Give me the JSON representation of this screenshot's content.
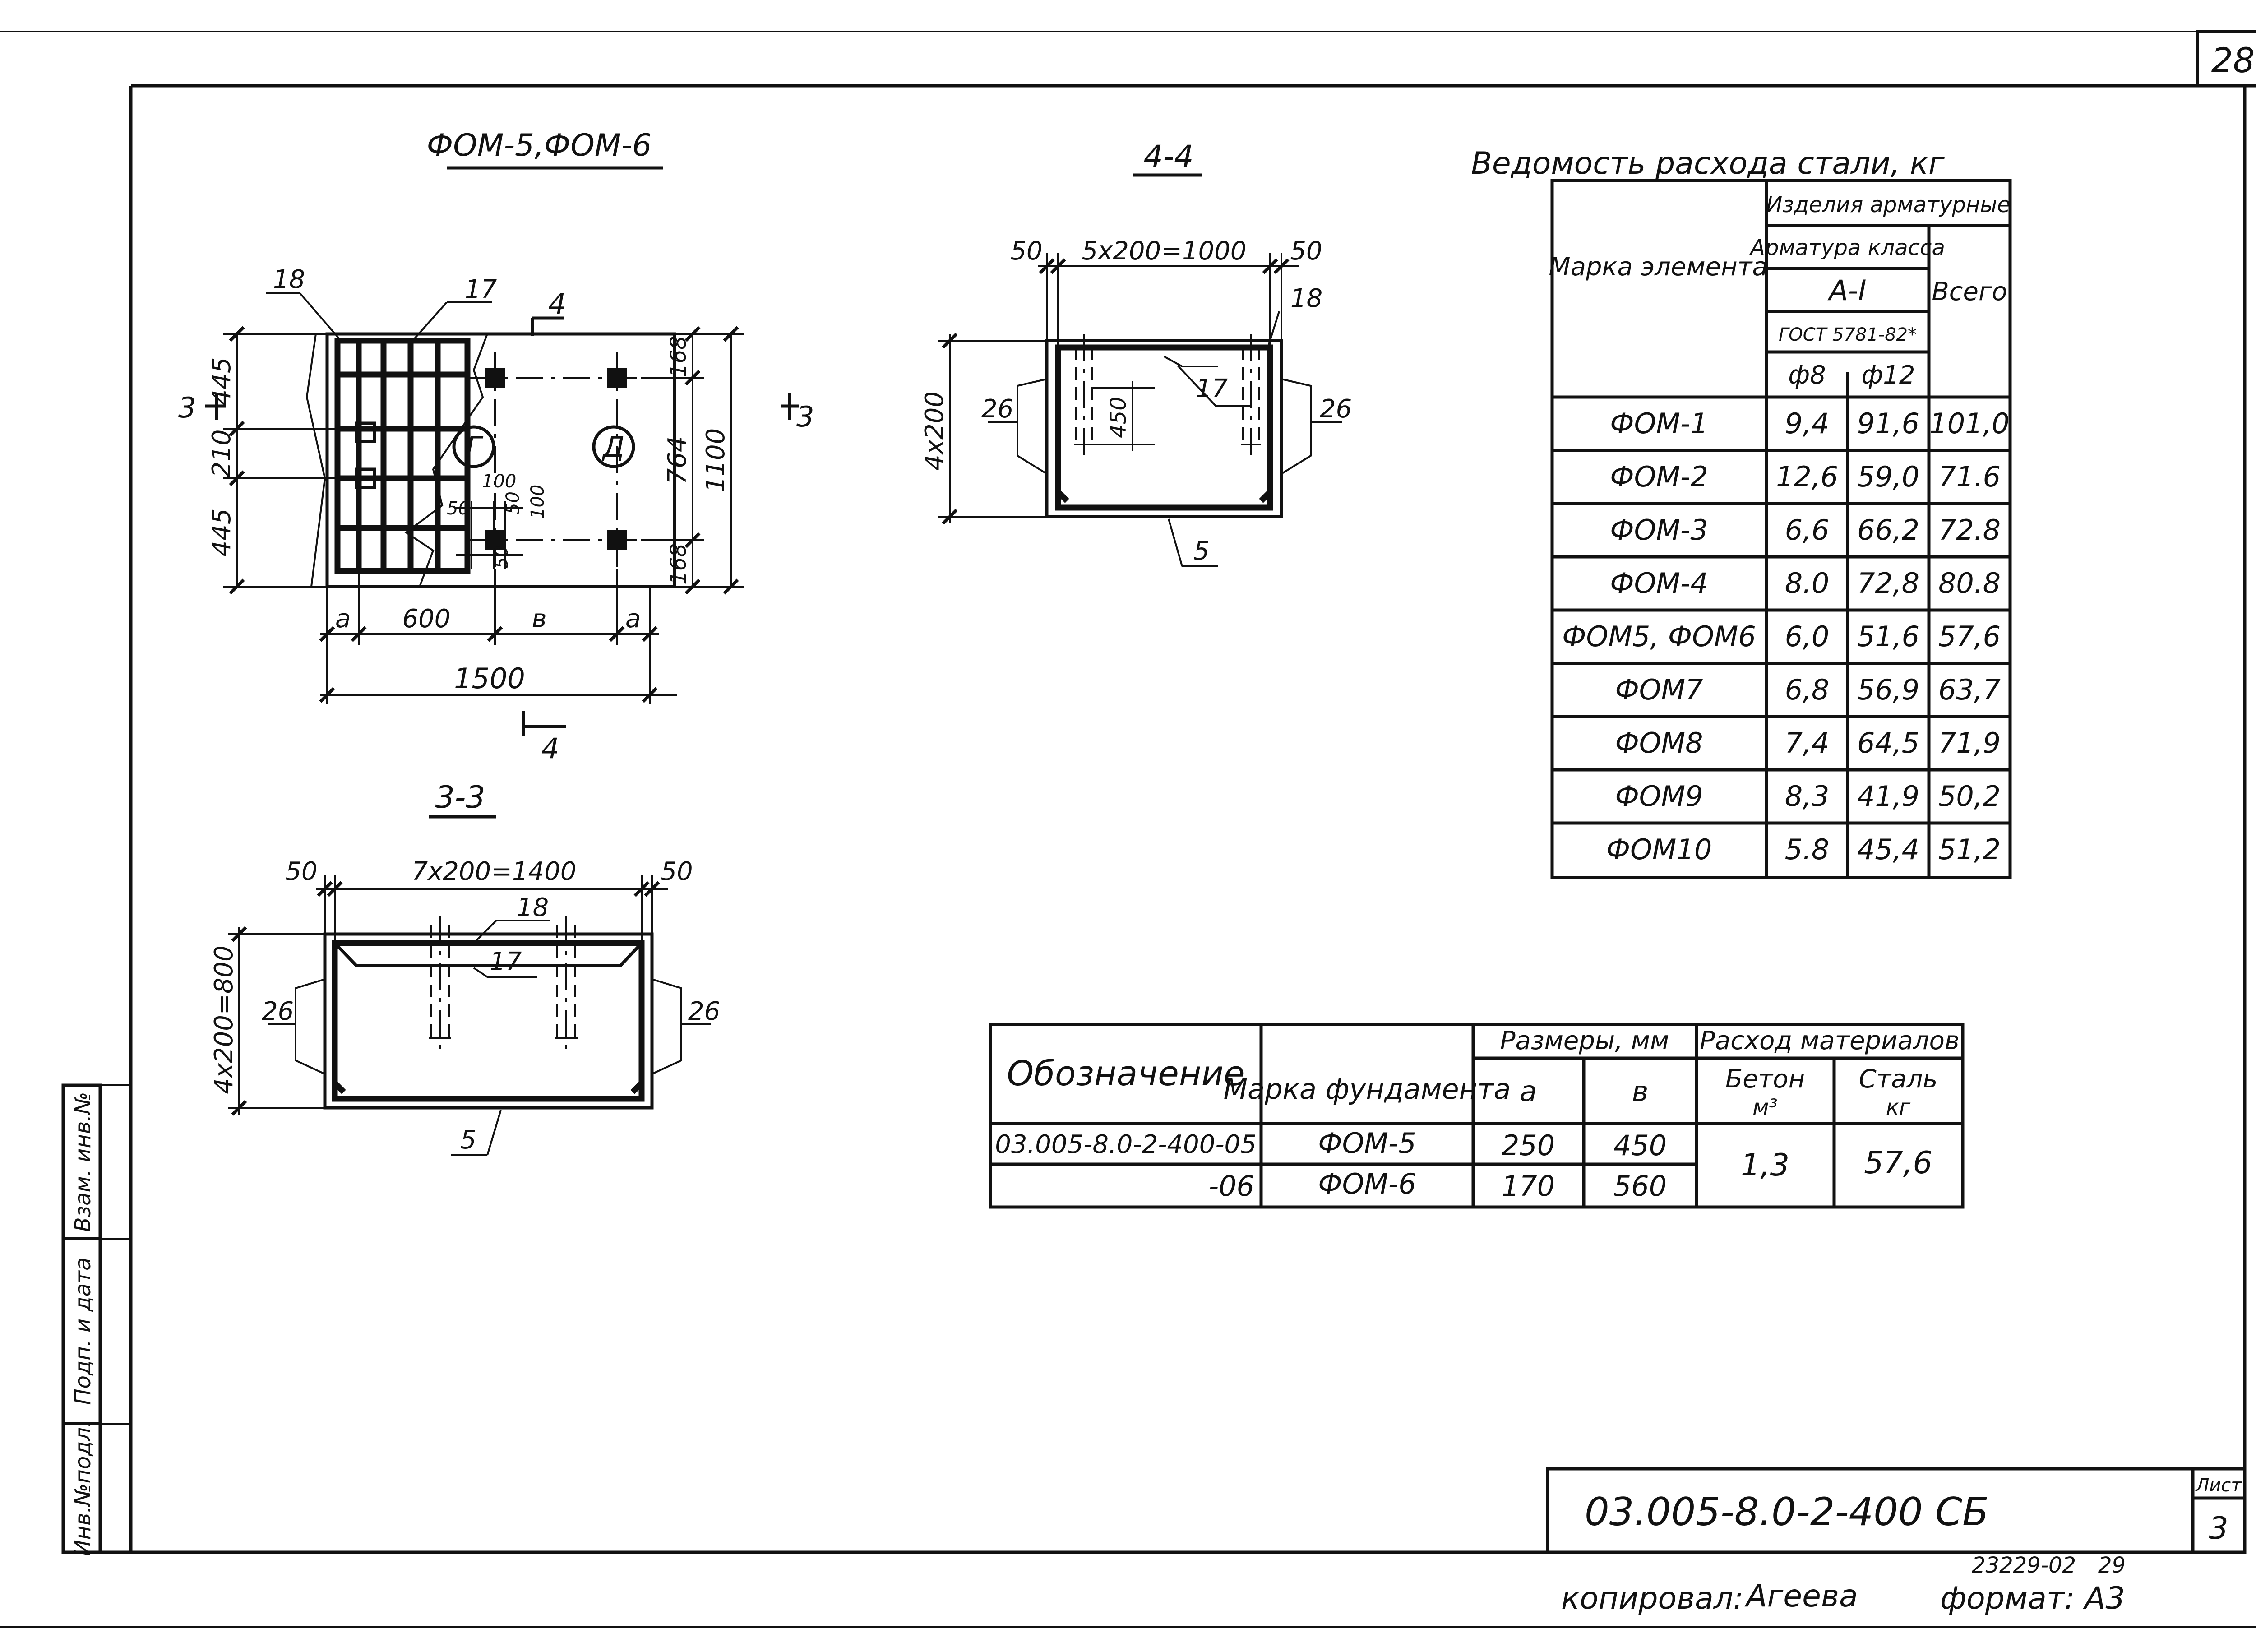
{
  "sheet_corner_number": "28",
  "main_view": {
    "title": "ФОМ-5,ФОМ-6",
    "callouts": {
      "c18": "18",
      "c17": "17",
      "cut4_top": "4",
      "cut4_bottom": "4",
      "cut3_left": "3",
      "cut3_right": "3"
    },
    "dims_left": [
      "445",
      "210",
      "445"
    ],
    "dims_right_inner": [
      "168",
      "764",
      "168"
    ],
    "dim_right_total": "1100",
    "dims_bottom": [
      "a",
      "600",
      "в",
      "a"
    ],
    "dim_bottom_total": "1500",
    "bolt_dims": [
      "100",
      "50",
      "50",
      "50",
      "100"
    ],
    "axis_g": "Г",
    "axis_d": "Д"
  },
  "section_4_4": {
    "title": "4-4",
    "dim_top_left": "50",
    "dim_top_mid": "5x200=1000",
    "dim_top_right": "50",
    "dim_left": "4x200",
    "dim_inner": "450",
    "callouts": {
      "c18": "18",
      "c17": "17",
      "c26_left": "26",
      "c26_right": "26",
      "c5": "5"
    }
  },
  "section_3_3": {
    "title": "3-3",
    "dim_top_left": "50",
    "dim_top_mid": "7x200=1400",
    "dim_top_right": "50",
    "dim_left": "4x200=800",
    "callouts": {
      "c18": "18",
      "c17": "17",
      "c26_left": "26",
      "c26_right": "26",
      "c5": "5"
    }
  },
  "steel_table": {
    "title": "Ведомость расхода стали, кг",
    "header": {
      "mark": "Марка элемента",
      "group": "Изделия арматурные",
      "armatura": "Арматура класса",
      "class_name": "A-I",
      "gost": "ГОСТ 5781-82*",
      "d8": "ф8",
      "d12": "ф12",
      "total": "Всего"
    },
    "rows": [
      {
        "mark": "ФОМ-1",
        "d8": "9,4",
        "d12": "91,6",
        "total": "101,0"
      },
      {
        "mark": "ФОМ-2",
        "d8": "12,6",
        "d12": "59,0",
        "total": "71.6"
      },
      {
        "mark": "ФОМ-3",
        "d8": "6,6",
        "d12": "66,2",
        "total": "72.8"
      },
      {
        "mark": "ФОМ-4",
        "d8": "8.0",
        "d12": "72,8",
        "total": "80.8"
      },
      {
        "mark": "ФОМ5, ФОМ6",
        "d8": "6,0",
        "d12": "51,6",
        "total": "57,6"
      },
      {
        "mark": "ФОМ7",
        "d8": "6,8",
        "d12": "56,9",
        "total": "63,7"
      },
      {
        "mark": "ФОМ8",
        "d8": "7,4",
        "d12": "64,5",
        "total": "71,9"
      },
      {
        "mark": "ФОМ9",
        "d8": "8,3",
        "d12": "41,9",
        "total": "50,2"
      },
      {
        "mark": "ФОМ10",
        "d8": "5.8",
        "d12": "45,4",
        "total": "51,2"
      }
    ]
  },
  "spec_table": {
    "header": {
      "designation": "Обозначение",
      "foundation_mark": "Марка фундамента",
      "sizes": "Размеры, мм",
      "size_a": "a",
      "size_b": "в",
      "consumption": "Расход материалов",
      "concrete": "Бетон",
      "concrete_unit": "м³",
      "steel": "Сталь",
      "steel_unit": "кг"
    },
    "rows": [
      {
        "designation": "03.005-8.0-2-400-05",
        "mark": "ФОМ-5",
        "a": "250",
        "b": "450"
      },
      {
        "designation": "-06",
        "mark": "ФОМ-6",
        "a": "170",
        "b": "560"
      }
    ],
    "concrete_value": "1,3",
    "steel_value": "57,6"
  },
  "side_stamp": {
    "inv_orig": "Инв.№подл.",
    "sign_date": "Подп. и дата",
    "inv_replace": "Взам. инв.№"
  },
  "title_block": {
    "code": "03.005-8.0-2-400 СБ",
    "sheet_label": "Лист",
    "sheet_number": "3"
  },
  "footer": {
    "order_number": "23229-02",
    "page_number": "29",
    "copied_label": "копировал:",
    "copier_signature": "Агеева",
    "format_label": "формат: А3"
  }
}
